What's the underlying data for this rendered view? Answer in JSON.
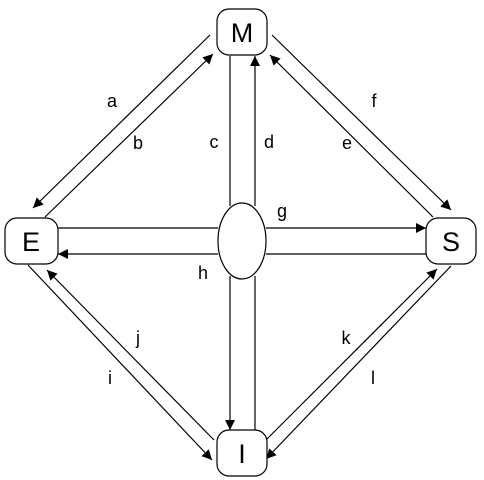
{
  "nodes": {
    "m": "M",
    "e": "E",
    "s": "S",
    "i": "I"
  },
  "edges": {
    "a": "a",
    "b": "b",
    "c": "c",
    "d": "d",
    "e": "e",
    "f": "f",
    "g": "g",
    "h": "h",
    "i": "i",
    "j": "j",
    "k": "k",
    "l": "l"
  },
  "colors": {
    "line": "#000000",
    "background": "#ffffff"
  }
}
